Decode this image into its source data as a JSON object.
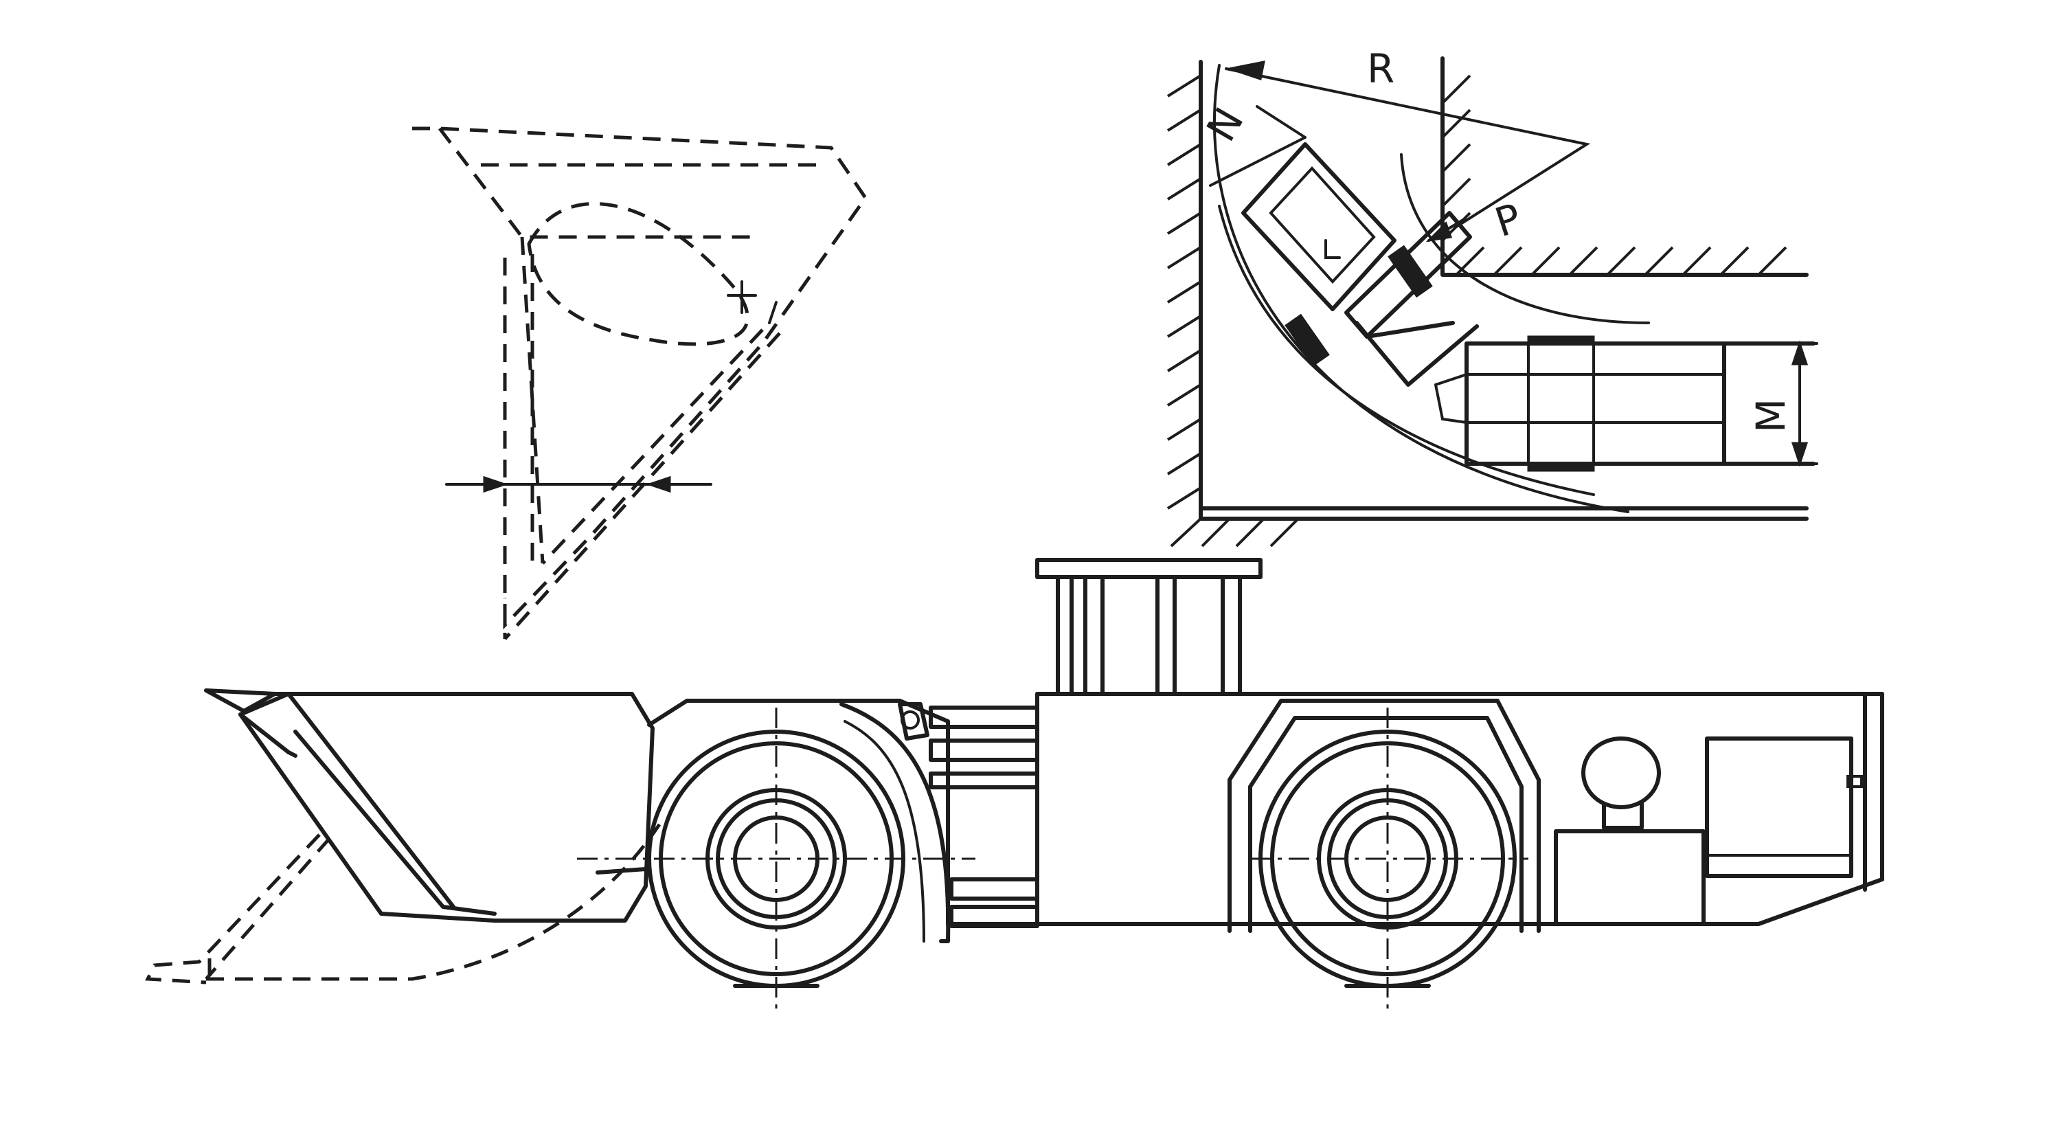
{
  "figure": {
    "labels": {
      "r": "R",
      "n": "N",
      "p": "P",
      "m": "M"
    },
    "colors": {
      "ink": "#1d1d1d",
      "paper": "#ffffff"
    }
  }
}
